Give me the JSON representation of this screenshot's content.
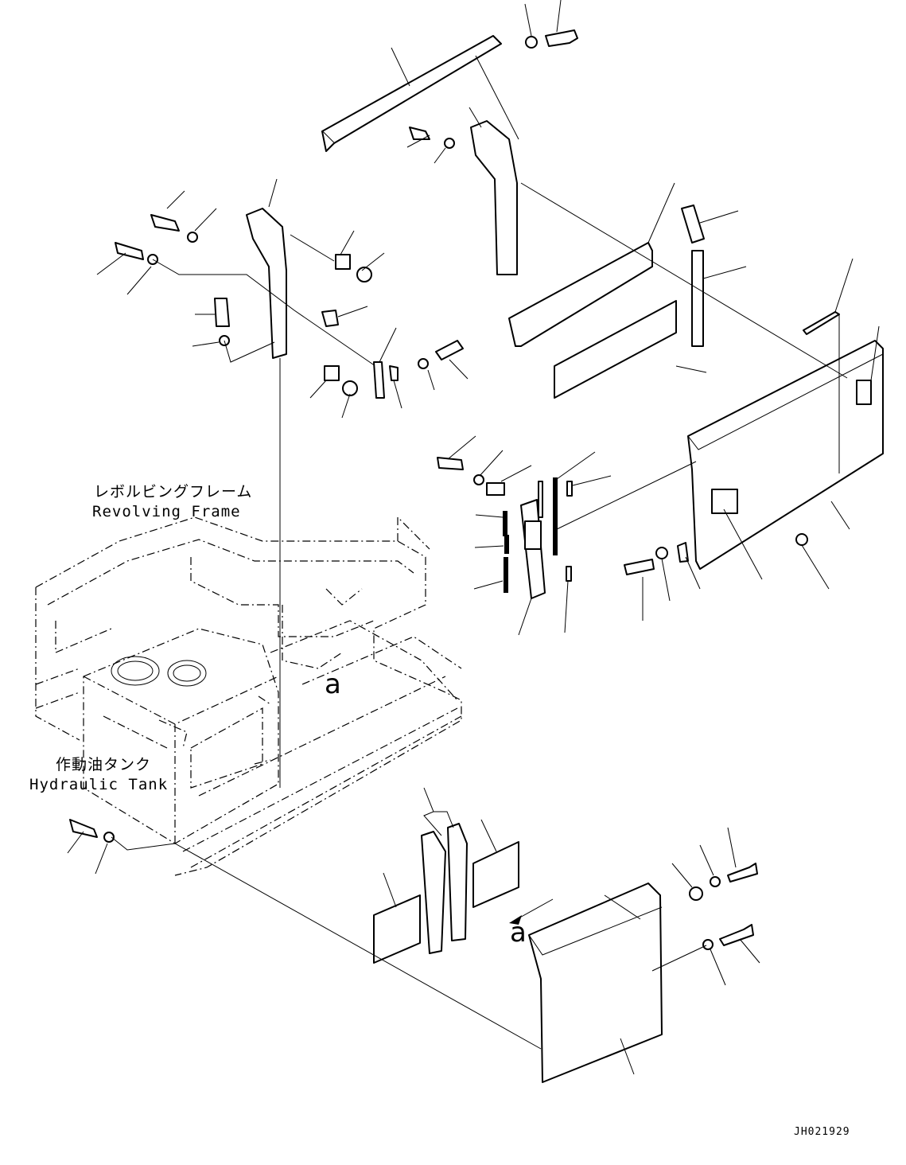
{
  "labels": {
    "revolving_frame_jp": "レボルビングフレーム",
    "revolving_frame_en": "Revolving Frame",
    "hydraulic_tank_jp": "作動油タンク",
    "hydraulic_tank_en": "Hydraulic Tank",
    "view_marker_upper": "a",
    "view_marker_lower": "a",
    "drawing_number": "JH021929"
  }
}
